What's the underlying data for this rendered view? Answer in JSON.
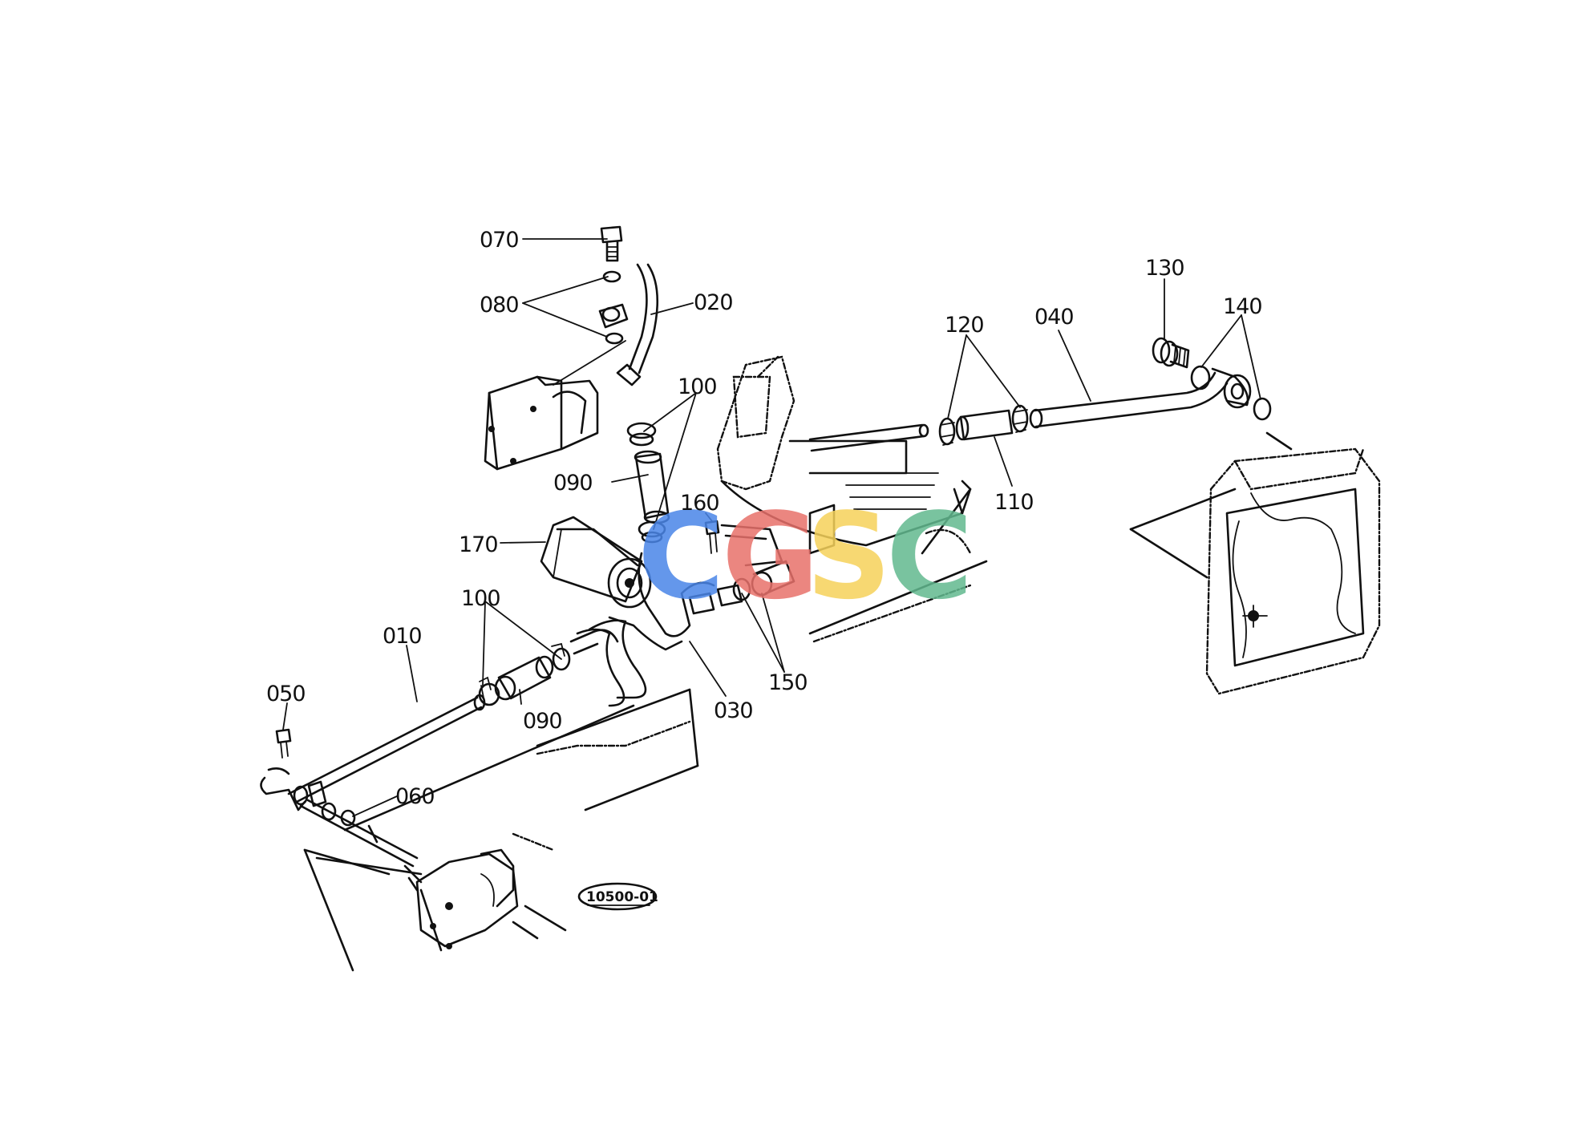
{
  "diagram": {
    "reference_code": "10500-01",
    "callouts": [
      {
        "id": "070",
        "label": "070"
      },
      {
        "id": "080",
        "label": "080"
      },
      {
        "id": "020",
        "label": "020"
      },
      {
        "id": "100a",
        "label": "100"
      },
      {
        "id": "090a",
        "label": "090"
      },
      {
        "id": "160",
        "label": "160"
      },
      {
        "id": "170",
        "label": "170"
      },
      {
        "id": "100b",
        "label": "100"
      },
      {
        "id": "010",
        "label": "010"
      },
      {
        "id": "050",
        "label": "050"
      },
      {
        "id": "090b",
        "label": "090"
      },
      {
        "id": "030",
        "label": "030"
      },
      {
        "id": "150",
        "label": "150"
      },
      {
        "id": "060",
        "label": "060"
      },
      {
        "id": "120",
        "label": "120"
      },
      {
        "id": "040",
        "label": "040"
      },
      {
        "id": "110",
        "label": "110"
      },
      {
        "id": "130",
        "label": "130"
      },
      {
        "id": "140",
        "label": "140"
      }
    ]
  },
  "watermark": {
    "letters": [
      "C",
      "G",
      "S",
      "C"
    ],
    "colors": [
      "#4a86e8",
      "#e8716b",
      "#f6d25a",
      "#62b98f"
    ]
  }
}
